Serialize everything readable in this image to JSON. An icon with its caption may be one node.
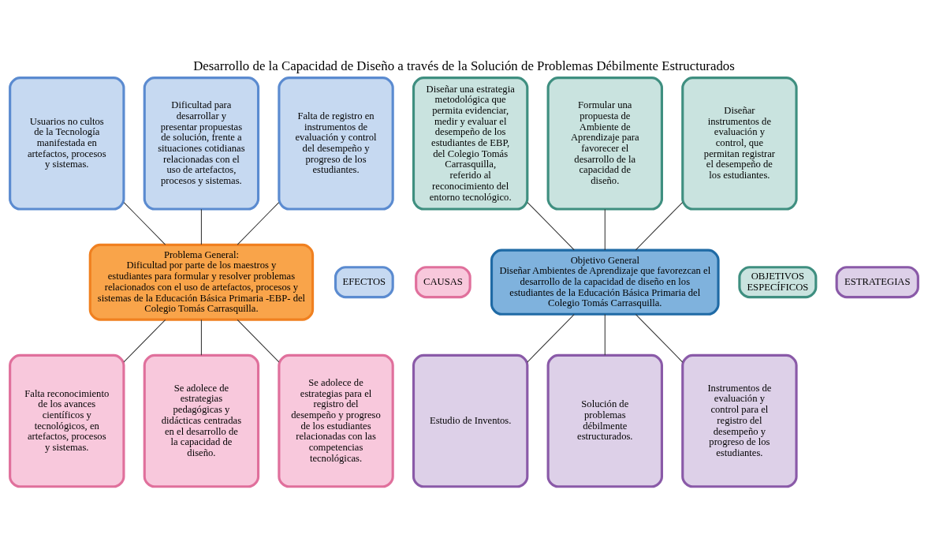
{
  "diagram": {
    "title": "Desarrollo de la Capacidad de Diseño a través de la Solución de Problemas Débilmente Estructurados",
    "nodes": [
      {
        "text": [
          "Usuarios no cultos de la Tecnología manifestada en artefactos, procesos y sistemas."
        ]
      },
      {
        "text": [
          "Dificultad para desarrollar y presentar propuestas de solución, frente a situaciones cotidianas relacionadas con el uso de artefactos, procesos y sistemas."
        ]
      },
      {
        "text": [
          "Falta de registro en instrumentos de evaluación y control del desempeño y progreso de los estudiantes."
        ]
      },
      {
        "text": [
          "EFECTOS"
        ]
      },
      {
        "text": [
          "Problema General:",
          "Dificultad por parte de los maestros y  estudiantes para formular y resolver problemas relacionados con el uso de artefactos, procesos y sistemas de la Educación Básica Primaria -EBP- del Colegio Tomás Carrasquilla."
        ]
      },
      {
        "text": [
          "CAUSAS"
        ]
      },
      {
        "text": [
          "Falta reconocimiento de los avances científicos y tecnológicos, en artefactos, procesos y sistemas."
        ]
      },
      {
        "text": [
          "Se adolece de estrategias pedagógicas y didácticas centradas en el desarrollo de la capacidad de diseño."
        ]
      },
      {
        "text": [
          "Se adolece de estrategias para el registro del desempeño y progreso de los estudiantes relacionadas con las competencias tecnológicas."
        ]
      },
      {
        "text": [
          "Diseñar una estrategia metodológica que permita evidenciar, medir y evaluar el desempeño de los estudiantes de EBP, del Colegio Tomás Carrasquilla,  referido al reconocimiento del entorno tecnológico."
        ]
      },
      {
        "text": [
          "Formular una propuesta de Ambiente de Aprendizaje para favorecer el desarrollo de la capacidad de diseño."
        ]
      },
      {
        "text": [
          "Diseñar instrumentos de evaluación y control, que permitan registrar el desempeño de los estudiantes."
        ]
      },
      {
        "text": [
          "OBJETIVOS ESPECÍFICOS"
        ]
      },
      {
        "text": [
          "Objetivo General",
          "Diseñar Ambientes de Aprendizaje que favorezcan el desarrollo de la capacidad de diseño en los estudiantes de la Educación Básica Primaria del Colegio Tomás Carrasquilla."
        ]
      },
      {
        "text": [
          "ESTRATEGIAS"
        ]
      },
      {
        "text": [
          "Estudio de Inventos."
        ]
      },
      {
        "text": [
          "Solución de problemas débilmente estructurados."
        ]
      },
      {
        "text": [
          "Instrumentos de evaluación y control para el registro del desempeño y progreso de los estudiantes."
        ]
      }
    ],
    "edges": [
      {
        "from": 0,
        "to": 4,
        "arrow": "none"
      },
      {
        "from": 1,
        "to": 4,
        "arrow": "none"
      },
      {
        "from": 2,
        "to": 4,
        "arrow": "none"
      },
      {
        "from": 4,
        "to": 6,
        "arrow": "none"
      },
      {
        "from": 4,
        "to": 7,
        "arrow": "none"
      },
      {
        "from": 4,
        "to": 8,
        "arrow": "none"
      },
      {
        "from": 9,
        "to": 13,
        "arrow": "none"
      },
      {
        "from": 10,
        "to": 13,
        "arrow": "none"
      },
      {
        "from": 11,
        "to": 13,
        "arrow": "none"
      },
      {
        "from": 13,
        "to": 15,
        "arrow": "none"
      },
      {
        "from": 13,
        "to": 16,
        "arrow": "none"
      },
      {
        "from": 13,
        "to": 17,
        "arrow": "none"
      }
    ]
  }
}
